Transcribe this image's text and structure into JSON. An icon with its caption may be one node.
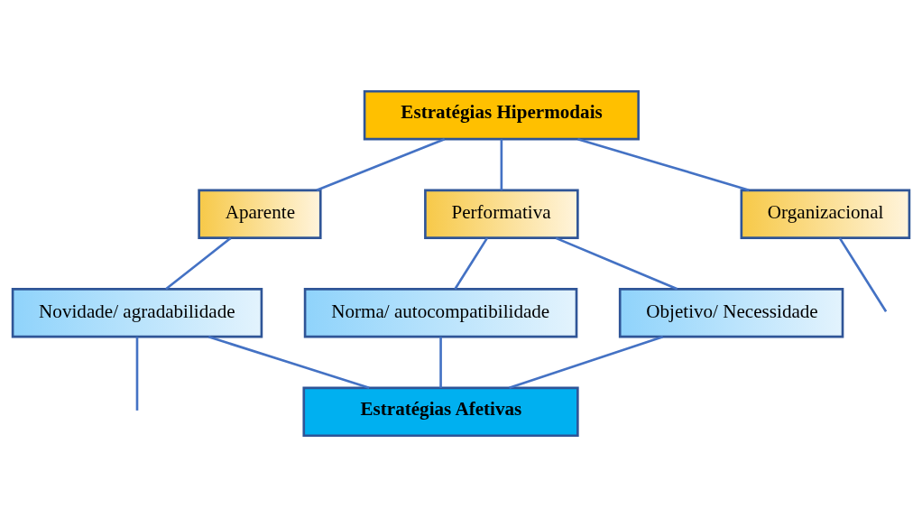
{
  "diagram": {
    "nodes": [
      {
        "text": [
          "Estratégias Hipermodais"
        ]
      },
      {
        "text": [
          "Aparente"
        ]
      },
      {
        "text": [
          "Performativa"
        ]
      },
      {
        "text": [
          "Organizacional"
        ]
      },
      {
        "text": [
          "Novidade/ agradabilidade"
        ]
      },
      {
        "text": [
          "Norma/ autocompatibilidade"
        ]
      },
      {
        "text": [
          "Objetivo/ Necessidade"
        ]
      },
      {
        "text": [
          "Estratégias Afetivas"
        ]
      }
    ],
    "edges": [
      {
        "from": 0,
        "to": 1,
        "arrow": "none"
      },
      {
        "from": 0,
        "to": 2,
        "arrow": "none"
      },
      {
        "from": 0,
        "to": 3,
        "arrow": "none"
      },
      {
        "from": 1,
        "to": 4,
        "arrow": "none"
      },
      {
        "from": 2,
        "to": 5,
        "arrow": "none"
      },
      {
        "from": 2,
        "to": 6,
        "arrow": "none"
      },
      {
        "from": 4,
        "to": 7,
        "arrow": "none"
      },
      {
        "from": 5,
        "to": 7,
        "arrow": "none"
      },
      {
        "from": 6,
        "to": 7,
        "arrow": "none"
      },
      {
        "from": 4,
        "to": null,
        "arrow": "none"
      },
      {
        "from": 3,
        "to": null,
        "arrow": "none"
      }
    ]
  }
}
